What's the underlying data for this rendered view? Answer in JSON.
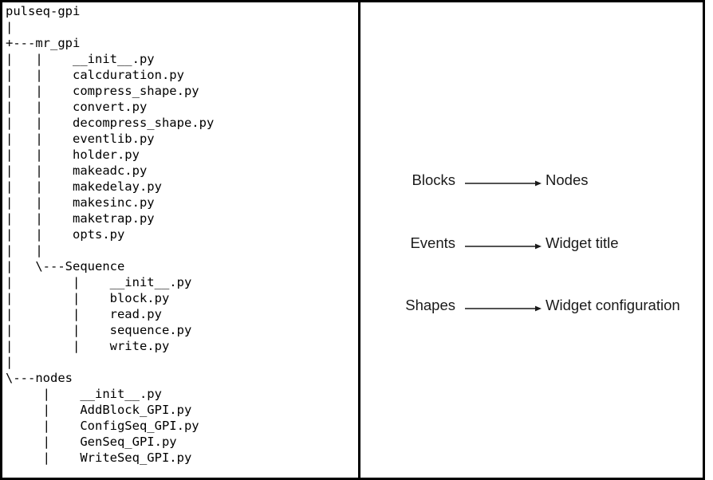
{
  "figure": {
    "border_color": "#000000",
    "background_color": "#ffffff",
    "text_color": "#1a1a1a"
  },
  "left_panel": {
    "name": "directory-tree",
    "root": "pulseq-gpi",
    "lines": [
      "pulseq-gpi",
      "|",
      "+---mr_gpi",
      "|   |    __init__.py",
      "|   |    calcduration.py",
      "|   |    compress_shape.py",
      "|   |    convert.py",
      "|   |    decompress_shape.py",
      "|   |    eventlib.py",
      "|   |    holder.py",
      "|   |    makeadc.py",
      "|   |    makedelay.py",
      "|   |    makesinc.py",
      "|   |    maketrap.py",
      "|   |    opts.py",
      "|   |",
      "|   \\---Sequence",
      "|        |    __init__.py",
      "|        |    block.py",
      "|        |    read.py",
      "|        |    sequence.py",
      "|        |    write.py",
      "|",
      "\\---nodes",
      "     |    __init__.py",
      "     |    AddBlock_GPI.py",
      "     |    ConfigSeq_GPI.py",
      "     |    GenSeq_GPI.py",
      "     |    WriteSeq_GPI.py"
    ]
  },
  "right_panel": {
    "name": "concept-mapping",
    "mappings": [
      {
        "source": "Blocks",
        "target": "Nodes"
      },
      {
        "source": "Events",
        "target": "Widget title"
      },
      {
        "source": "Shapes",
        "target": "Widget configuration"
      }
    ]
  }
}
